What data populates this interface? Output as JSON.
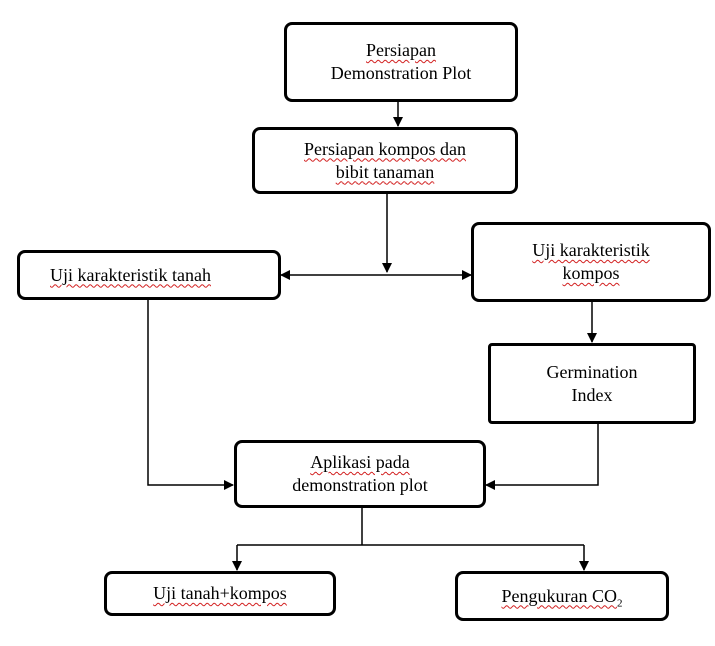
{
  "nodes": {
    "persiapan_plot": {
      "line1": "Persiapan",
      "line2": "Demonstration Plot"
    },
    "persiapan_kompos": {
      "line1": "Persiapan kompos dan",
      "line2": "bibit tanaman"
    },
    "uji_tanah": {
      "line1": "Uji karakteristik tanah"
    },
    "uji_kompos": {
      "line1": "Uji karakteristik",
      "line2": "kompos"
    },
    "germination": {
      "line1": "Germination",
      "line2": "Index"
    },
    "aplikasi": {
      "line1": "Aplikasi pada",
      "line2": "demonstration plot"
    },
    "uji_tanah_kompos": {
      "line1": "Uji tanah+kompos"
    },
    "pengukuran": {
      "text": "Pengukuran CO",
      "sub": "2"
    }
  },
  "colors": {
    "stroke": "#000000",
    "spellcheck_underline": "#d22020"
  }
}
